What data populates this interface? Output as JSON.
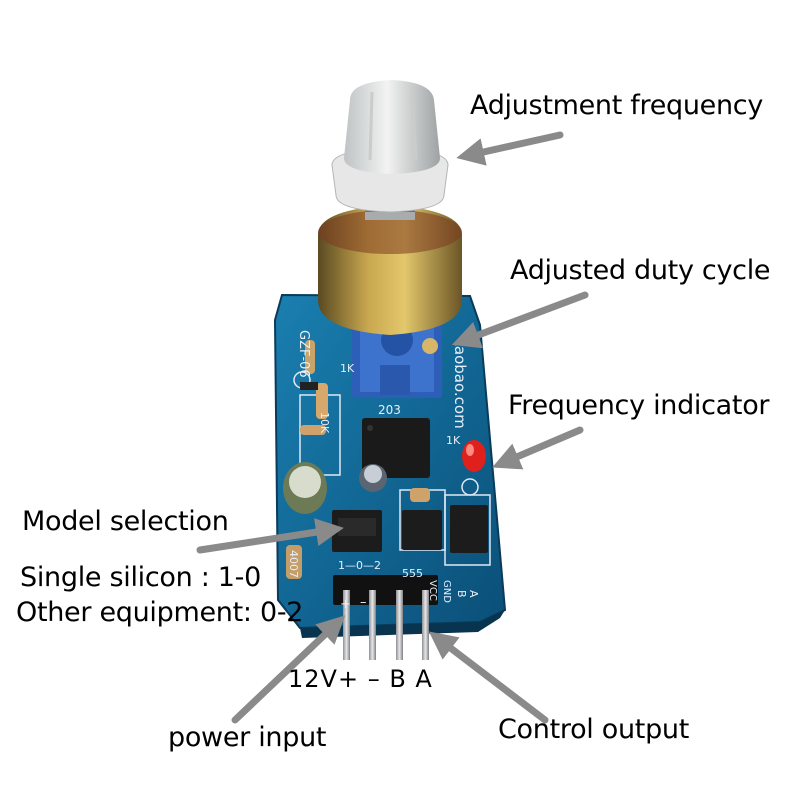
{
  "annotations": {
    "adjustment_frequency": "Adjustment frequency",
    "adjusted_duty_cycle": "Adjusted duty cycle",
    "frequency_indicator": "Frequency indicator",
    "model_selection": "Model selection",
    "single_silicon": "Single silicon : 1-0",
    "other_equipment": "Other equipment: 0-2",
    "power_input": "power input",
    "control_output": "Control output"
  },
  "pins": {
    "label": "12V+  –  B  A"
  },
  "board_silkscreen": {
    "model": "GZF-06",
    "website": "taobao.com",
    "resistor_1k_left": "1K",
    "resistor_1k_right": "1K",
    "trimmer_code": "203",
    "selector": "1—0—2",
    "chip": "555",
    "pin_labels": [
      "A",
      "B",
      "GND",
      "VCC"
    ],
    "plus_sign": "+",
    "minus_sign": "–",
    "diode_code": "4007",
    "resistor_code": "10K"
  },
  "colors": {
    "pcb": "#0c5f8c",
    "arrow": "#8a8a8a",
    "led": "#e0201c",
    "trimmer": "#2d5fb8"
  }
}
